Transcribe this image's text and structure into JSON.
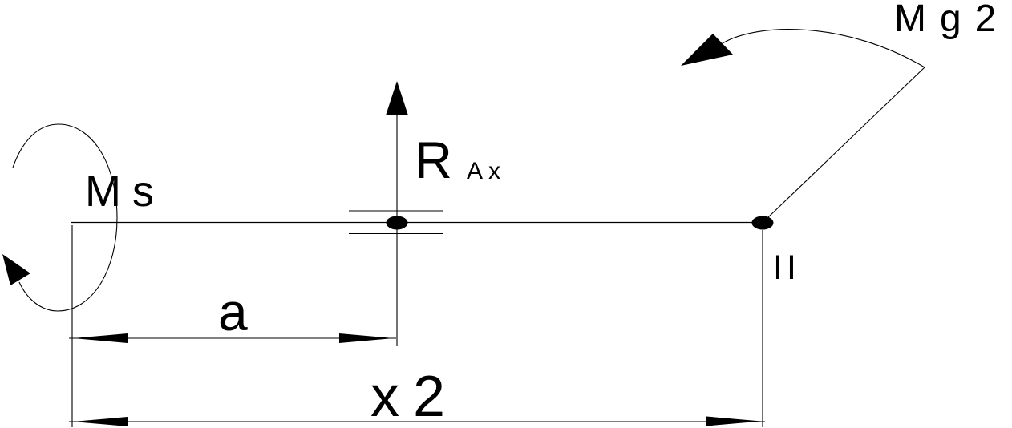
{
  "diagram": {
    "kind": "beam-free-body-diagram",
    "colors": {
      "ink": "#000000",
      "paper": "#ffffff"
    },
    "labels": {
      "moment_left": "Ms",
      "reaction_main": "R",
      "reaction_sub": "Ax",
      "moment_right": "Mg2",
      "dim_a": "a",
      "dim_x2": "x2",
      "point_right": "II"
    }
  }
}
